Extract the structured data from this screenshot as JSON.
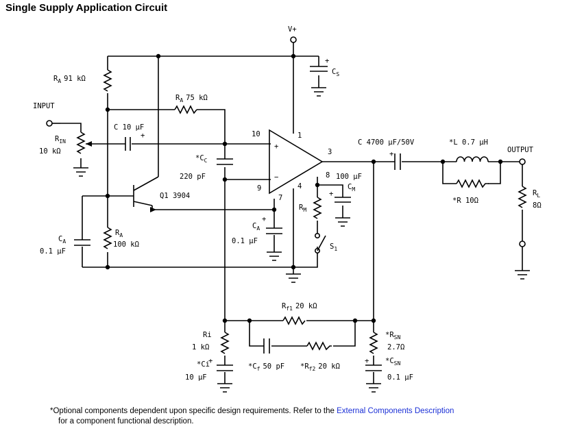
{
  "title": "Single Supply Application Circuit",
  "labels": {
    "vplus": "V+",
    "input": "INPUT",
    "output": "OUTPUT",
    "ra_top": "R",
    "ra_top_sub": "A",
    "ra_top_val": "91 kΩ",
    "ra_mid": "R",
    "ra_mid_sub": "A",
    "ra_mid_val": "75 kΩ",
    "c_in": "C 10 μF",
    "rin": "R",
    "rin_sub": "IN",
    "rin_val": "10 kΩ",
    "cc": "*C",
    "cc_sub": "C",
    "cc_val": "220 pF",
    "q1": "Q1 3904",
    "ca_left": "C",
    "ca_left_sub": "A",
    "ca_left_val": "0.1 μF",
    "ra_bot": "R",
    "ra_bot_sub": "A",
    "ra_bot_val": "100 kΩ",
    "ca_mid": "C",
    "ca_mid_sub": "A",
    "ca_mid_val": "0.1 μF",
    "cs": "C",
    "cs_sub": "S",
    "pin10": "10",
    "pin1": "1",
    "pin3": "3",
    "pin9": "9",
    "pin4": "4",
    "pin7": "7",
    "pin8": "8",
    "cm_val": "100 μF",
    "cm": "C",
    "cm_sub": "M",
    "rm": "R",
    "rm_sub": "M",
    "s1": "S",
    "s1_sub": "1",
    "cout": "C 4700 μF/50V",
    "l": "*L 0.7 μH",
    "r": "*R 10Ω",
    "rl": "R",
    "rl_sub": "L",
    "rl_val": "8Ω",
    "rf1": "R",
    "rf1_sub": "f1",
    "rf1_val": "20 kΩ",
    "ri": "Ri",
    "ri_val": "1 kΩ",
    "ci": "*Ci",
    "ci_val": "10 μF",
    "cf": "*C",
    "cf_sub": "f",
    "cf_val": "50 pF",
    "rf2": "*R",
    "rf2_sub": "f2",
    "rf2_val": "20 kΩ",
    "rsn": "*R",
    "rsn_sub": "SN",
    "rsn_val": "2.7Ω",
    "csn": "*C",
    "csn_sub": "SN",
    "csn_val": "0.1 μF",
    "plus": "+",
    "minus": "−"
  },
  "footnote": {
    "before": "*Optional components dependent upon specific design requirements. Refer to the ",
    "link": "External Components Description",
    "after": "for a component functional description."
  }
}
